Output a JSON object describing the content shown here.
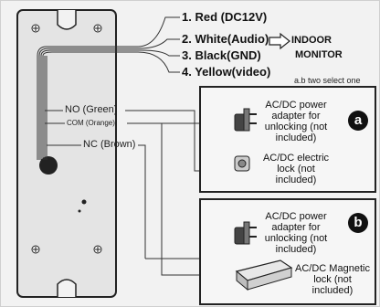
{
  "wires": {
    "w1": "1. Red (DC12V)",
    "w2": "2. White(Audio)",
    "w3": "3. Black(GND)",
    "w4": "4. Yellow(video)"
  },
  "monitor": {
    "line1": "INDOOR",
    "line2": "MONITOR"
  },
  "note": "a.b two select one",
  "terminals": {
    "no": "NO (Green)",
    "com": "COM (Orange)",
    "nc": "NC (Brown)"
  },
  "option_a": {
    "badge": "a",
    "adapter": "AC/DC power adapter for unlocking (not included)",
    "lock": "AC/DC electric lock (not included)"
  },
  "option_b": {
    "badge": "b",
    "adapter": "AC/DC power adapter for unlocking (not included)",
    "lock": "AC/DC Magnetic lock (not included)"
  },
  "colors": {
    "panel": "#e4e4e4",
    "frame": "#222222",
    "wire": "#333333",
    "accent_arrow": "#ffffff"
  }
}
